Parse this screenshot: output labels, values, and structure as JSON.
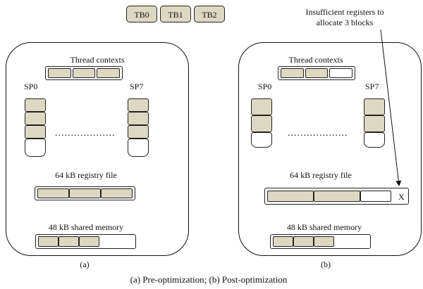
{
  "thread_blocks": [
    "TB0",
    "TB1",
    "TB2"
  ],
  "annotation": "Insufficient registers to allocate 3 blocks",
  "panel_a": {
    "thread_contexts": "Thread contexts",
    "sp_left": "SP0",
    "sp_right": "SP7",
    "dots": "...................",
    "registry": "64 kB registry file",
    "shared": "48 kB shared memory",
    "caption": "(a)"
  },
  "panel_b": {
    "thread_contexts": "Thread contexts",
    "sp_left": "SP0",
    "sp_right": "SP7",
    "dots": "...................",
    "registry": "64 kB registry file",
    "shared": "48 kB shared memory",
    "caption": "(b)",
    "x_mark": "X"
  },
  "figure_caption": "(a) Pre-optimization; (b) Post-optimization",
  "colors": {
    "block_fill": "#ddd8c2",
    "outline": "#222222"
  }
}
